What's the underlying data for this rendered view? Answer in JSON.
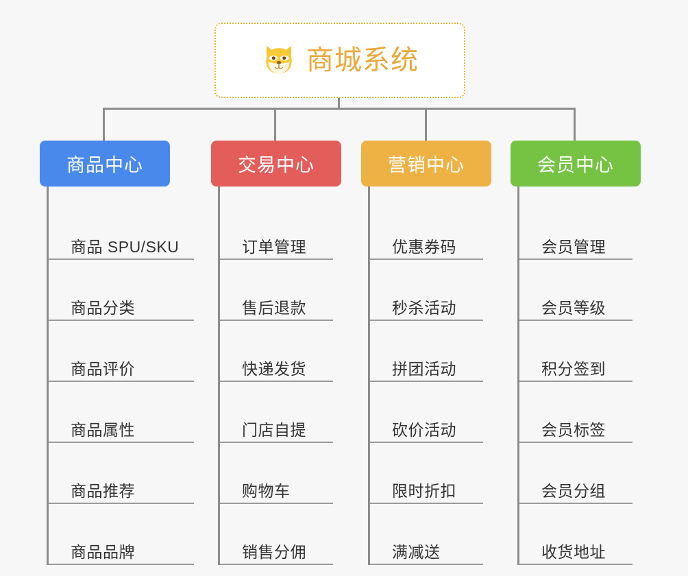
{
  "background_color": "#f7f7f7",
  "root": {
    "icon": "shiba-dog-face-icon",
    "title": "商城系统",
    "title_color": "#e9a93c",
    "border_color": "#f3b231",
    "fill_color": "#ffffff"
  },
  "connector_color": "#8c8c8c",
  "columns": [
    {
      "id": "product-center",
      "label": "商品中心",
      "color": "#4989ec",
      "items": [
        "商品 SPU/SKU",
        "商品分类",
        "商品评价",
        "商品属性",
        "商品推荐",
        "商品品牌"
      ]
    },
    {
      "id": "trade-center",
      "label": "交易中心",
      "color": "#e35d5b",
      "items": [
        "订单管理",
        "售后退款",
        "快递发货",
        "门店自提",
        "购物车",
        "销售分佣"
      ]
    },
    {
      "id": "marketing-center",
      "label": "营销中心",
      "color": "#eeb244",
      "items": [
        "优惠券码",
        "秒杀活动",
        "拼团活动",
        "砍价活动",
        "限时折扣",
        "满减送"
      ]
    },
    {
      "id": "member-center",
      "label": "会员中心",
      "color": "#76c344",
      "items": [
        "会员管理",
        "会员等级",
        "积分签到",
        "会员标签",
        "会员分组",
        "收货地址"
      ]
    }
  ]
}
